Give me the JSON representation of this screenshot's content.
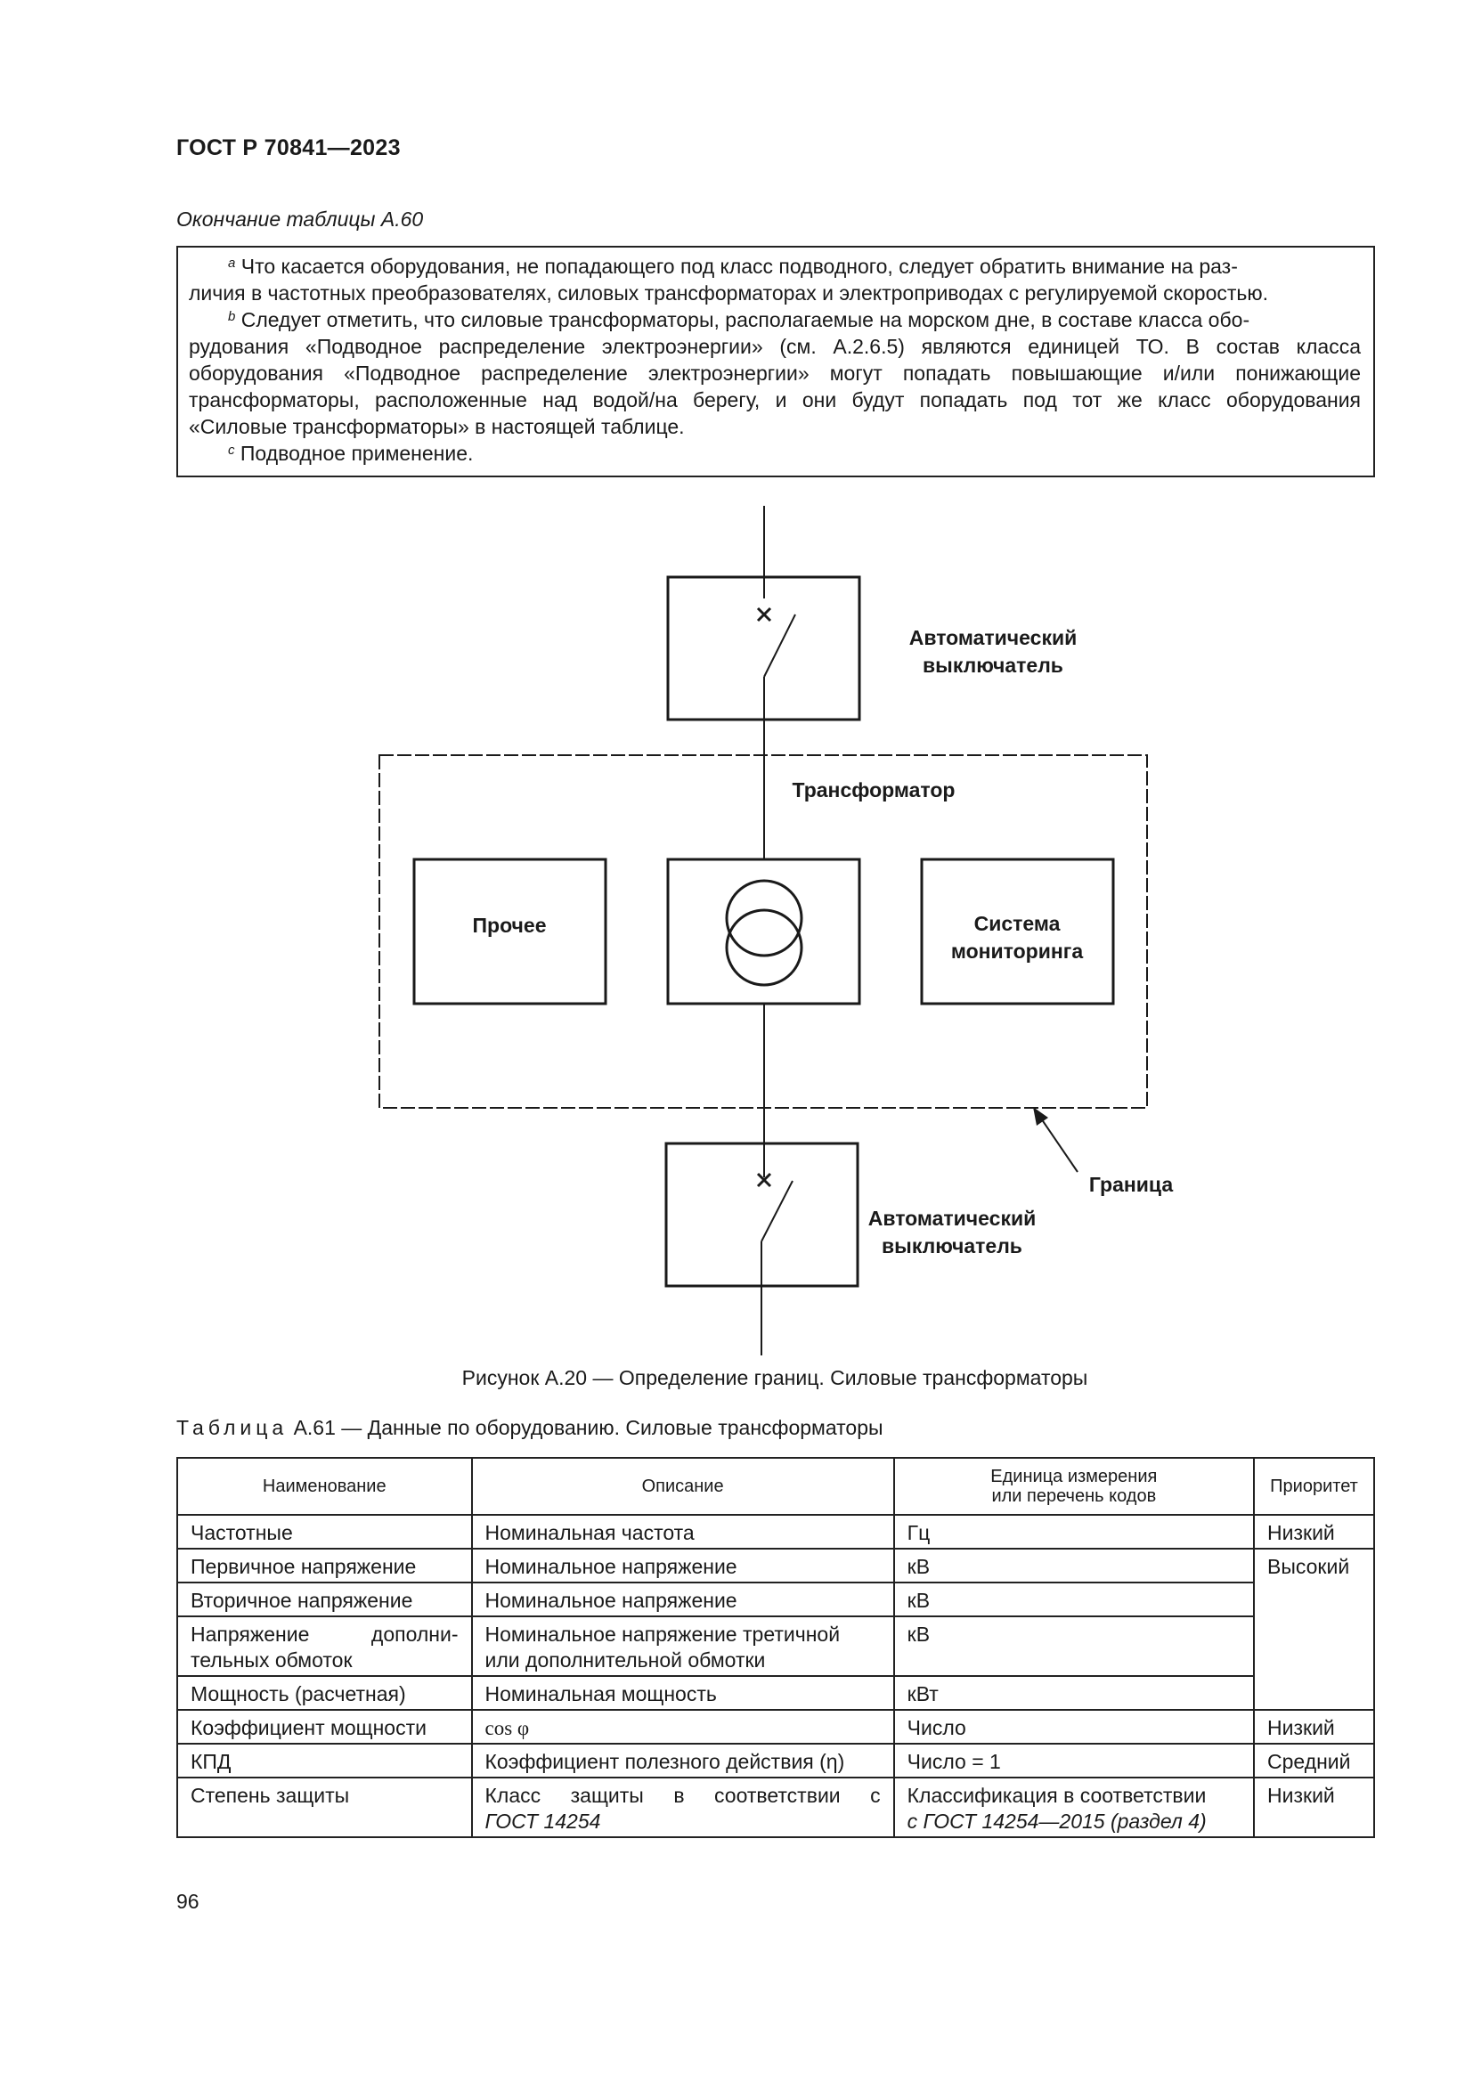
{
  "header": {
    "doc_id": "ГОСТ Р 70841—2023"
  },
  "continuation_caption": "Окончание таблицы А.60",
  "notes": {
    "a": {
      "mark": "a",
      "lines": [
        "Что касается оборудования, не попадающего под класс подводного, следует обратить внимание на раз-",
        "личия в частотных преобразователях, силовых трансформаторах и электроприводах с регулируемой скоростью."
      ]
    },
    "b": {
      "mark": "b",
      "lines": [
        "Следует отметить, что силовые трансформаторы, располагаемые на морском дне, в составе класса обо-",
        "рудования «Подводное распределение электроэнергии» (см. А.2.6.5) являются единицей ТО. В состав класса",
        "оборудования «Подводное распределение электроэнергии» могут попадать повышающие и/или понижающие",
        "трансформаторы, расположенные над водой/на берегу, и они будут попадать под тот же класс оборудования",
        "«Силовые трансформаторы» в настоящей таблице."
      ]
    },
    "c": {
      "mark": "c",
      "lines": [
        "Подводное применение."
      ]
    }
  },
  "figure": {
    "breaker_top": [
      "Автоматический",
      "выключатель"
    ],
    "transformer_label": "Трансформатор",
    "other_label": "Прочее",
    "monitoring_label": [
      "Система",
      "мониторинга"
    ],
    "boundary_label": "Граница",
    "breaker_bottom": [
      "Автоматический",
      "выключатель"
    ],
    "caption": "Рисунок А.20 — Определение границ. Силовые трансформаторы"
  },
  "table": {
    "title_word": "Таблица",
    "title_rest": "А.61 — Данные по оборудованию. Силовые трансформаторы",
    "headers": {
      "name": "Наименование",
      "description": "Описание",
      "unit": [
        "Единица измерения",
        "или перечень кодов"
      ],
      "priority": "Приоритет"
    },
    "rows": [
      {
        "name": "Частотные",
        "description": "Номинальная частота",
        "unit": "Гц",
        "priority": "Низкий"
      },
      {
        "name": "Первичное напряжение",
        "description": "Номинальное напряжение",
        "unit": "кВ",
        "priority": "Высокий"
      },
      {
        "name": "Вторичное напряжение",
        "description": "Номинальное напряжение",
        "unit": "кВ"
      },
      {
        "name": [
          "Напряжение дополни-",
          "тельных обмоток"
        ],
        "description": [
          "Номинальное напряжение третичной",
          "или дополнительной обмотки"
        ],
        "unit": "кВ"
      },
      {
        "name": "Мощность (расчетная)",
        "description": "Номинальная мощность",
        "unit": "кВт"
      },
      {
        "name": "Коэффициент мощности",
        "description": "cos φ",
        "unit": "Число",
        "priority": "Низкий"
      },
      {
        "name": "КПД",
        "description": "Коэффициент полезного действия (η)",
        "unit": "Число = 1",
        "priority": "Средний"
      },
      {
        "name": "Степень защиты",
        "description": [
          "Класс защиты в соответствии с",
          "ГОСТ 14254"
        ],
        "unit": [
          "Классификация в соответствии",
          "с ГОСТ 14254—2015 (раздел 4)"
        ],
        "priority": "Низкий"
      }
    ]
  },
  "page_number": "96"
}
